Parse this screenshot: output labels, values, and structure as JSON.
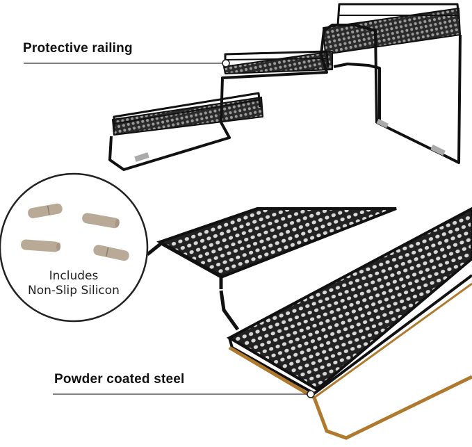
{
  "callouts": {
    "top_label": "Protective railing",
    "bottom_label": "Powder coated steel"
  },
  "inset": {
    "line1": "Includes",
    "line2": "Non-Slip Silicon"
  },
  "colors": {
    "steel": "#1a1a1a",
    "mesh_fill": "#3a3a3a",
    "gold_edge": "#b07a2e",
    "silicon": "#b9aa97",
    "leader": "#333333"
  }
}
